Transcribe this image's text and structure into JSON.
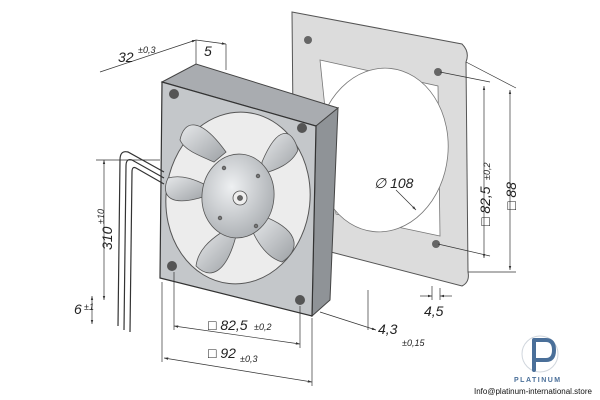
{
  "dimensions": {
    "depth": {
      "value": "32",
      "tol": "±0,3"
    },
    "rib": {
      "value": "5"
    },
    "cable_length": {
      "value": "310",
      "tol": "±10"
    },
    "cable_end": {
      "value": "6",
      "tol": "±1"
    },
    "hole_spacing_bottom": {
      "value": "□ 82,5",
      "tol": "±0,2"
    },
    "frame_bottom": {
      "value": "□ 92",
      "tol": "±0,3"
    },
    "hole_diameter": {
      "value": "4,3",
      "tol": "±0,15"
    },
    "opening_diameter": {
      "value": "∅ 108"
    },
    "hole_spacing_right": {
      "value": "□ 82,5",
      "tol": "±0,2"
    },
    "gasket_outer": {
      "value": "□ 88"
    },
    "flange_offset": {
      "value": "4,5"
    }
  },
  "brand": {
    "name": "PLATINUM",
    "logo_letter": "P"
  },
  "contact": {
    "email": "Info@platinum-international.store"
  },
  "colors": {
    "accent": "#4a6f99",
    "line": "#333333",
    "fan_body": "#b8bbbe",
    "gasket": "#d7d7d7"
  }
}
